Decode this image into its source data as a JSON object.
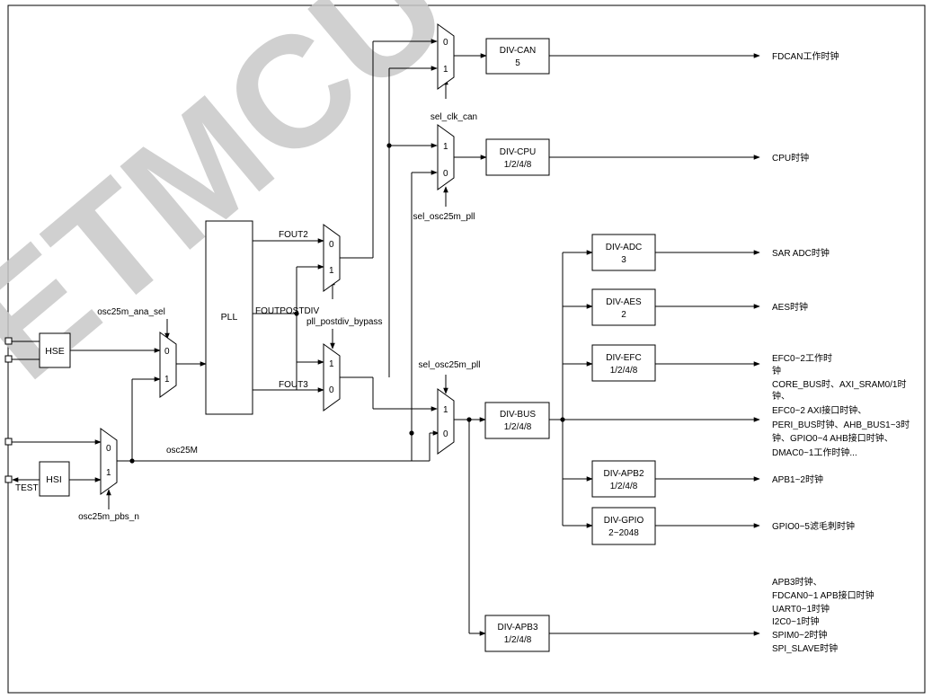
{
  "watermark": "ETMCU",
  "sources": {
    "hse": "HSE",
    "hsi": "HSI",
    "test": "TEST",
    "pll": "PLL"
  },
  "mux_inputs": {
    "zero": "0",
    "one": "1"
  },
  "signals": {
    "osc25m_ana_sel": "osc25m_ana_sel",
    "osc25m_pbs_n": "osc25m_pbs_n",
    "osc25m": "osc25M",
    "fout2": "FOUT2",
    "foutpostdiv": "FOUTPOSTDIV",
    "fout3": "FOUT3",
    "pll_postdiv_bypass": "pll_postdiv_bypass",
    "sel_clk_can": "sel_clk_can",
    "sel_osc25m_pll_cpu": "sel_osc25m_pll",
    "sel_osc25m_pll_bus": "sel_osc25m_pll"
  },
  "dividers": {
    "can": [
      "DIV-CAN",
      "5"
    ],
    "cpu": [
      "DIV-CPU",
      "1/2/4/8"
    ],
    "bus": [
      "DIV-BUS",
      "1/2/4/8"
    ],
    "adc": [
      "DIV-ADC",
      "3"
    ],
    "aes": [
      "DIV-AES",
      "2"
    ],
    "efc": [
      "DIV-EFC",
      "1/2/4/8"
    ],
    "apb2": [
      "DIV-APB2",
      "1/2/4/8"
    ],
    "gpio": [
      "DIV-GPIO",
      "2~2048"
    ],
    "apb3": [
      "DIV-APB3",
      "1/2/4/8"
    ]
  },
  "outputs": {
    "fdcan": [
      "FDCAN工作时钟"
    ],
    "cpu": [
      "CPU时钟"
    ],
    "sar_adc": [
      "SAR ADC时钟"
    ],
    "aes": [
      "AES时钟"
    ],
    "efc": [
      "EFC0~2工作时",
      "钟"
    ],
    "bus": [
      "CORE_BUS时、AXI_SRAM0/1时",
      "钟、",
      "EFC0~2 AXI接口时钟、",
      "PERI_BUS时钟、AHB_BUS1~3时",
      "钟、GPIO0~4 AHB接口时钟、",
      "DMAC0~1工作时钟..."
    ],
    "apb2": [
      "APB1~2时钟"
    ],
    "gpio": [
      "GPIO0~5滤毛刺时钟"
    ],
    "apb3": [
      "APB3时钟、",
      "FDCAN0~1 APB接口时钟",
      "UART0~1时钟",
      "I2C0~1时钟",
      "SPIM0~2时钟",
      "SPI_SLAVE时钟"
    ]
  }
}
